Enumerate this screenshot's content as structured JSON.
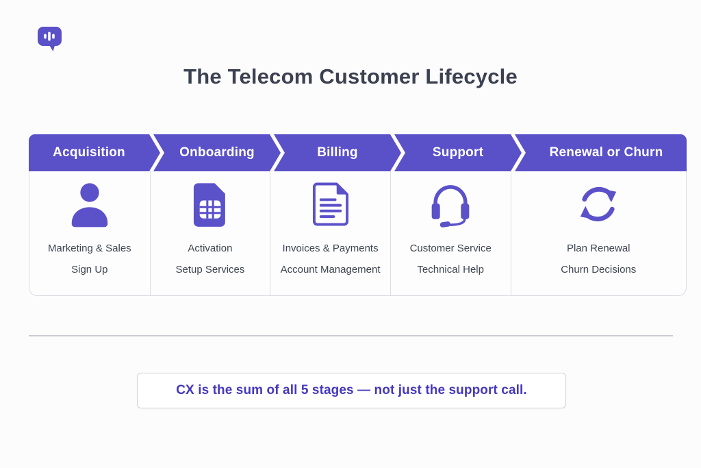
{
  "logo": {
    "icon": "chat-bubble-logo"
  },
  "title": "The Telecom Customer Lifecycle",
  "colors": {
    "accent_purple": "#5a50c8",
    "footnote_purple": "#4438bd",
    "heading_text": "#3b4150",
    "card_border": "#d9dce2"
  },
  "stages": [
    {
      "label": "Acquisition",
      "icon": "person-icon",
      "lines": [
        "Marketing & Sales",
        "Sign Up"
      ]
    },
    {
      "label": "Onboarding",
      "icon": "sim-card-icon",
      "lines": [
        "Activation",
        "Setup Services"
      ]
    },
    {
      "label": "Billing",
      "icon": "invoice-icon",
      "lines": [
        "Invoices & Payments",
        "Account Management"
      ]
    },
    {
      "label": "Support",
      "icon": "headset-icon",
      "lines": [
        "Customer Service",
        "Technical Help"
      ]
    },
    {
      "label": "Renewal or Churn",
      "icon": "sync-icon",
      "lines": [
        "Plan Renewal",
        "Churn Decisions"
      ]
    }
  ],
  "footnote": "CX is the sum of all 5 stages — not just the support call."
}
